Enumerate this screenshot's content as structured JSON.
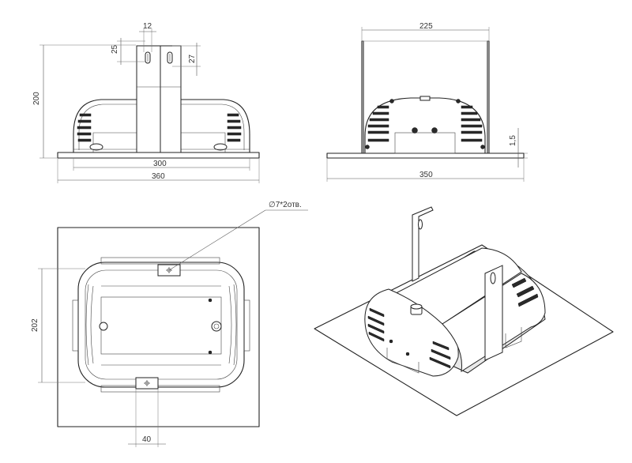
{
  "dimensions": {
    "front_slot_width": "12",
    "front_slot_height": "25",
    "front_slot_offset": "27",
    "front_height": "200",
    "front_inner_width": "300",
    "front_plate_width": "360",
    "side_bracket_width": "225",
    "side_plate_thickness": "1,5",
    "side_plate_width": "350",
    "top_body_depth": "202",
    "top_bracket_width": "40"
  },
  "annotations": {
    "holes_note": "∅7*2отв."
  }
}
